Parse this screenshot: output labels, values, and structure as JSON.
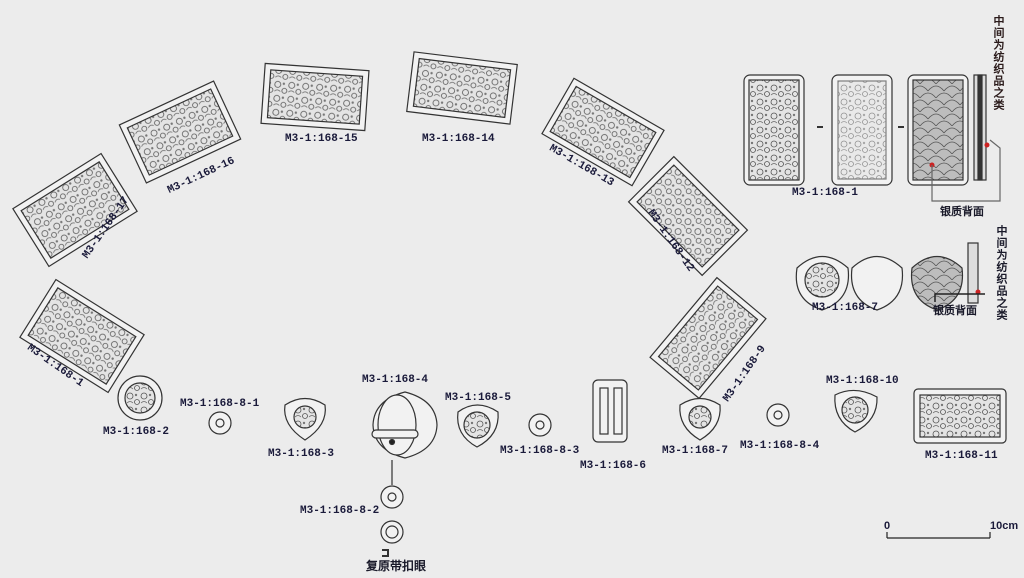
{
  "labels": {
    "p17": "M3-1:168-17",
    "p16": "M3-1:168-16",
    "p15": "M3-1:168-15",
    "p14": "M3-1:168-14",
    "p13": "M3-1:168-13",
    "p12": "M3-1:168-12",
    "p9": "M3-1:168-9",
    "p1left": "M3-1:168-1",
    "p2": "M3-1:168-2",
    "p8_1": "M3-1:168-8-1",
    "p3": "M3-1:168-3",
    "p4": "M3-1:168-4",
    "p5": "M3-1:168-5",
    "p8_3": "M3-1:168-8-3",
    "p6": "M3-1:168-6",
    "p7": "M3-1:168-7",
    "p8_4": "M3-1:168-8-4",
    "p10": "M3-1:168-10",
    "p11": "M3-1:168-11",
    "p8_2": "M3-1:168-8-2",
    "detail1": "M3-1:168-1",
    "detail7": "M3-1:168-7"
  },
  "annotations": {
    "textile_middle_1": "中间为纺织品之类",
    "silver_back_1": "银质背面",
    "textile_middle_2": "中间为纺织品之类",
    "silver_back_2": "银质背面",
    "restored_buckle_eye": "复原带扣眼"
  },
  "scale_bar": {
    "start": "0",
    "end": "10cm"
  },
  "colors": {
    "background": "#ececec",
    "line": "#333333",
    "accent": "#cc2222"
  }
}
